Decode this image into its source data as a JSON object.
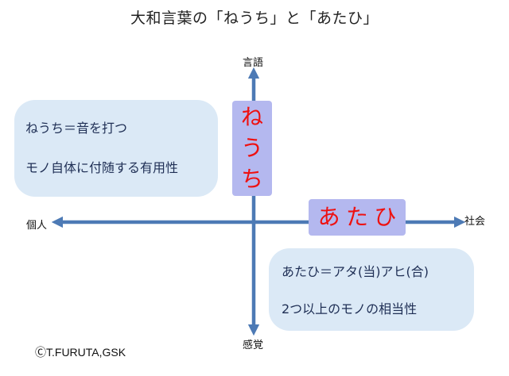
{
  "title": "大和言葉の「ねうち」と「あたひ」",
  "axes": {
    "top": "言語",
    "bottom": "感覚",
    "left": "個人",
    "right": "社会"
  },
  "vertical_word": {
    "chars": [
      "ね",
      "う",
      "ち"
    ]
  },
  "horizontal_word": {
    "chars": [
      "あ",
      "た",
      "ひ"
    ]
  },
  "top_left_box": {
    "line1": "ねうち＝音を打つ",
    "line2": "モノ自体に付随する有用性"
  },
  "bottom_right_box": {
    "line1": "あたひ＝アタ(当)アヒ(合)",
    "line2": "2つ以上のモノの相当性"
  },
  "copyright": "ⒸT.FURUTA,GSK",
  "colors": {
    "axis": "#4d7ab5",
    "box_fill": "#dbe9f6",
    "word_fill": "#b4b8ef",
    "word_text": "#ee1111",
    "box_text": "#1f2f55"
  }
}
